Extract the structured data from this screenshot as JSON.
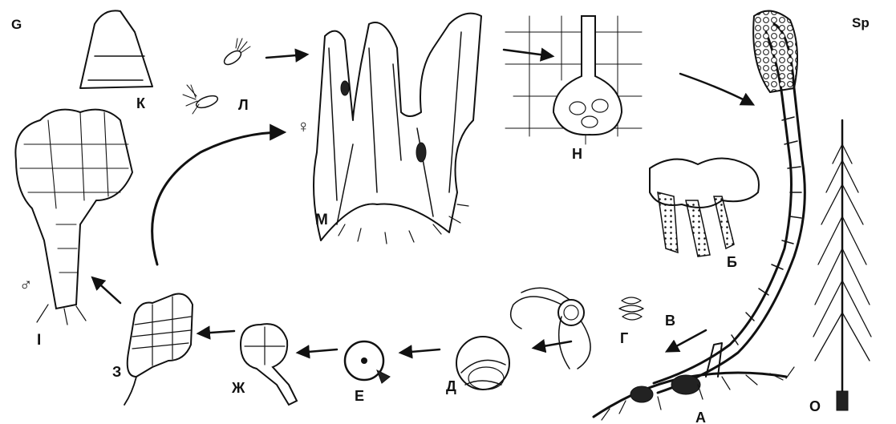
{
  "colors": {
    "ink": "#111111",
    "background": "#ffffff"
  },
  "labels": {
    "gametophyte": "G",
    "sporophyte": "Sp",
    "A": "А",
    "B": "Б",
    "V": "В",
    "G": "Г",
    "D": "Д",
    "E": "Е",
    "Zh": "Ж",
    "Z": "З",
    "I": "І",
    "K": "К",
    "L": "Л",
    "M": "М",
    "N": "Н",
    "O": "О",
    "female": "♀",
    "male": "♂"
  }
}
